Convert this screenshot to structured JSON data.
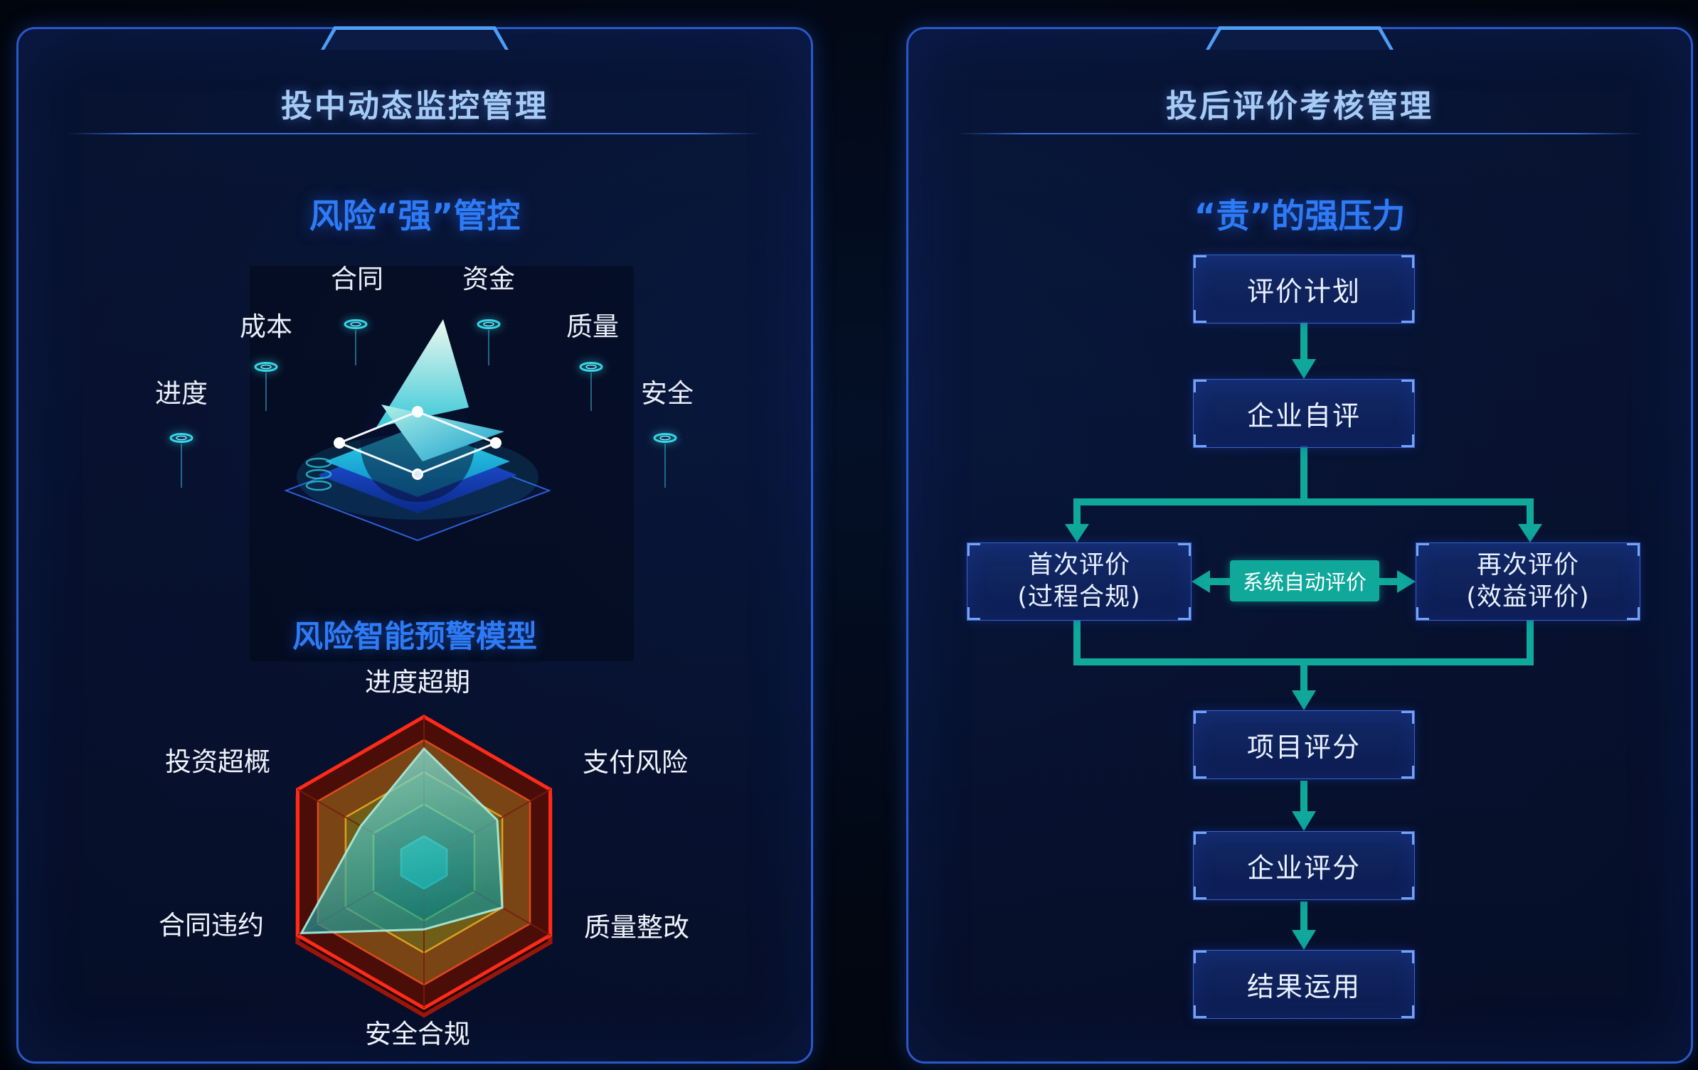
{
  "theme": {
    "accent_blue": "#2e7bf7",
    "title_blue": "#a6cbf4",
    "arrow_teal": "#0fa89b",
    "panel_border": "#2b58c8",
    "box_border": "#3c63c8",
    "corner_blue": "#85b4ff",
    "notch_blue": "#4f9ef5",
    "label_light": "#e9eff8"
  },
  "left_panel": {
    "title": "投中动态监控管理",
    "subtitle": "风险“强”管控",
    "risk_factors": [
      "进度",
      "成本",
      "合同",
      "资金",
      "质量",
      "安全"
    ],
    "model_title": "风险智能预警模型"
  },
  "chart_data": {
    "type": "radar",
    "title": "风险智能预警模型",
    "categories": [
      "进度超期",
      "支付风险",
      "质量整改",
      "安全合规",
      "合同违约",
      "投资超概"
    ],
    "values": [
      0.78,
      0.58,
      0.62,
      0.46,
      0.97,
      0.5
    ],
    "max": 1,
    "rings": [
      1.0,
      0.84,
      0.62,
      0.4,
      0.18
    ],
    "ring_fills": [
      "#4a0d08",
      "#7a4514",
      "#6f5d18",
      "#37481a",
      "#14b2a5"
    ],
    "ring_strokes": [
      "#ff2a18",
      "#e2481e",
      "#dca023",
      "#b0bf2a",
      "#35d8c8"
    ],
    "data_gradient": [
      "rgba(150,235,220,0.85)",
      "rgba(16,150,155,0.72)"
    ],
    "data_stroke": "#a8efe2",
    "legend": null,
    "grid": true
  },
  "right_panel": {
    "title": "投后评价考核管理",
    "subtitle": "“责”的强压力",
    "flow": {
      "plan": "评价计划",
      "self_eval": "企业自评",
      "first_eval_line1": "首次评价",
      "first_eval_line2": "(过程合规)",
      "auto_eval": "系统自动评价",
      "second_eval_line1": "再次评价",
      "second_eval_line2": "(效益评价)",
      "project_score": "项目评分",
      "company_score": "企业评分",
      "result_use": "结果运用"
    }
  }
}
